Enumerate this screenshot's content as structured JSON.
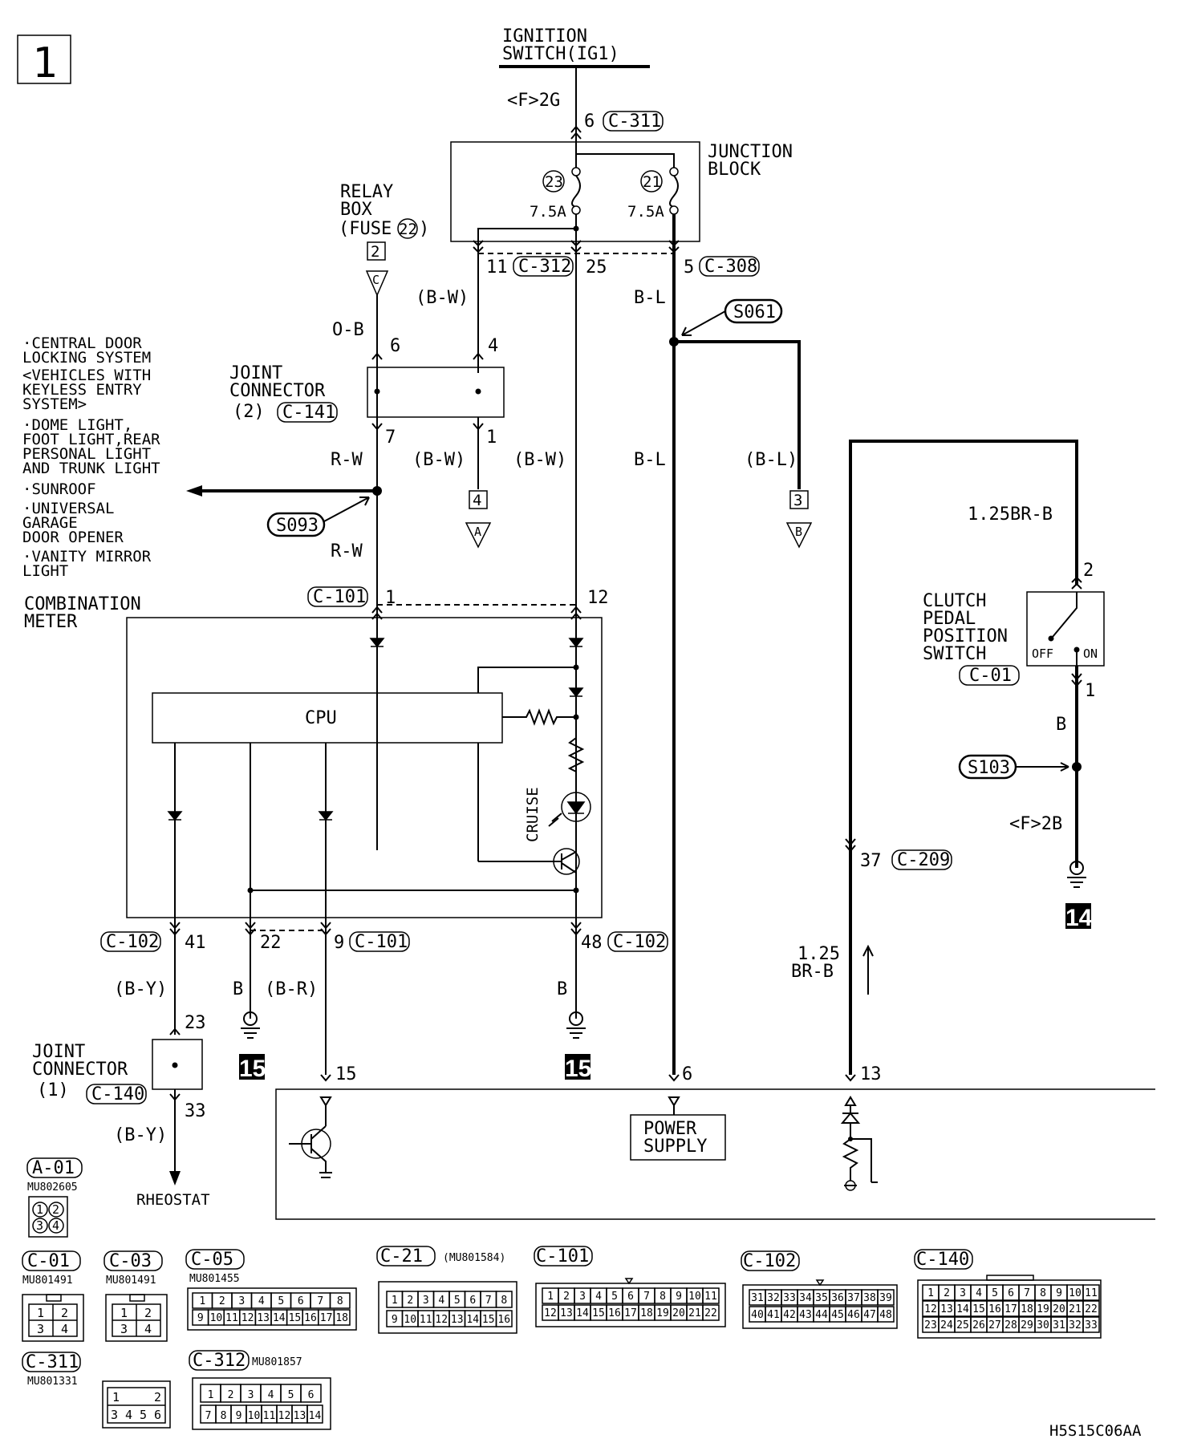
{
  "page_number": "1",
  "diagram_code": "H5S15C06AA",
  "ignition_switch": {
    "line1": "IGNITION",
    "line2": "SWITCH(IG1)",
    "wire": "<F>2G",
    "pin": "6",
    "connector": "C-311"
  },
  "junction_block": {
    "line1": "JUNCTION",
    "line2": "BLOCK",
    "fuse_a_num": "23",
    "fuse_a_rating": "7.5A",
    "fuse_b_num": "21",
    "fuse_b_rating": "7.5A",
    "pin_left": "11",
    "connector_mid": "C-312",
    "pin_mid": "25",
    "pin_right": "5",
    "connector_right": "C-308"
  },
  "relay_box": {
    "line1": "RELAY",
    "line2": "BOX",
    "line3": "(FUSE",
    "fuse_num": "22",
    "line3_end": ")",
    "ref": "2",
    "terminal": "C"
  },
  "joint_connector_2": {
    "line1": "JOINT",
    "line2": "CONNECTOR",
    "line3": "(2)",
    "connector": "C-141",
    "pin6": "6",
    "pin4": "4",
    "pin7": "7",
    "pin1": "1"
  },
  "wires": {
    "ob": "O-B",
    "bw_a": "(B-W)",
    "bl_a": "B-L",
    "rw_a": "R-W",
    "bw_b": "(B-W)",
    "bw_c": "(B-W)",
    "bl_b": "B-L",
    "bl_c": "(B-L)",
    "rw_b": "R-W",
    "brb_top": "1.25BR-B",
    "b_clutch": "B",
    "f2b": "<F>2B",
    "by_a": "(B-Y)",
    "b_22": "B",
    "br_9": "(B-R)",
    "b_48": "B",
    "by_b": "(B-Y)",
    "brb_low_1": "1.25",
    "brb_low_2": "BR-B"
  },
  "splices": {
    "s061": "S061",
    "s093": "S093",
    "s103": "S103"
  },
  "refs": {
    "ref4": "4",
    "ref_a": "A",
    "ref3": "3",
    "ref_b": "B"
  },
  "loads": [
    {
      "line1": "·CENTRAL DOOR",
      "line2": " LOCKING SYSTEM",
      "line3": " <VEHICLES WITH",
      "line4": "  KEYLESS ENTRY",
      "line5": "  SYSTEM>"
    },
    {
      "line1": "·DOME LIGHT,",
      "line2": " FOOT LIGHT,REAR",
      "line3": " PERSONAL LIGHT",
      "line4": " AND TRUNK LIGHT"
    },
    {
      "line1": "·SUNROOF"
    },
    {
      "line1": "·UNIVERSAL",
      "line2": " GARAGE",
      "line3": " DOOR OPENER"
    },
    {
      "line1": "·VANITY MIRROR",
      "line2": " LIGHT"
    }
  ],
  "combination_meter": {
    "line1": "COMBINATION",
    "line2": "METER",
    "cpu": "CPU",
    "cruise": "CRUISE",
    "conn_top": "C-101",
    "pin_top_1": "1",
    "pin_top_12": "12",
    "conn_bot_left": "C-102",
    "pin_41": "41",
    "pin_22": "22",
    "pin_9": "9",
    "conn_bot_mid": "C-101",
    "pin_48": "48",
    "conn_bot_right": "C-102"
  },
  "clutch_switch": {
    "line1": "CLUTCH",
    "line2": "PEDAL",
    "line3": "POSITION",
    "line4": "SWITCH",
    "connector": "C-01",
    "pin_top": "2",
    "pin_bot": "1",
    "off": "OFF",
    "on": "ON"
  },
  "ecm_pins": {
    "pin_37": "37",
    "conn_209": "C-209",
    "pin_15": "15",
    "pin_6": "6",
    "pin_13": "13",
    "power_supply_1": "POWER",
    "power_supply_2": "SUPPLY"
  },
  "grounds": {
    "g15_a": "15",
    "g15_b": "15",
    "g14": "14"
  },
  "joint_connector_1": {
    "line1": "JOINT",
    "line2": "CONNECTOR",
    "line3": "(1)",
    "connector": "C-140",
    "pin_23": "23",
    "pin_33": "33",
    "rheostat": "RHEOSTAT"
  },
  "connector_views": [
    {
      "id": "A-01",
      "part": "MU802605"
    },
    {
      "id": "C-01",
      "part": "MU801491"
    },
    {
      "id": "C-03",
      "part": "MU801491"
    },
    {
      "id": "C-05",
      "part": "MU801455"
    },
    {
      "id": "C-21",
      "part": "(MU801584)"
    },
    {
      "id": "C-101",
      "part": ""
    },
    {
      "id": "C-102",
      "part": ""
    },
    {
      "id": "C-140",
      "part": ""
    },
    {
      "id": "C-311",
      "part": "MU801331"
    },
    {
      "id": "C-312",
      "part": "MU801857"
    }
  ],
  "pinouts": {
    "a01": [
      "1",
      "2",
      "3",
      "4"
    ],
    "c01_top": [
      "1",
      "2"
    ],
    "c01_bot": [
      "3",
      "4"
    ],
    "c03_top": [
      "1",
      "2"
    ],
    "c03_bot": [
      "3",
      "4"
    ],
    "c05_top": [
      "1",
      "2",
      "3",
      "4",
      "5",
      "6",
      "7",
      "8"
    ],
    "c05_bot": [
      "9",
      "10",
      "11",
      "12",
      "13",
      "14",
      "15",
      "16",
      "17",
      "18"
    ],
    "c21_top": [
      "1",
      "2",
      "3",
      "4",
      "5",
      "6",
      "7",
      "8"
    ],
    "c21_bot": [
      "9",
      "10",
      "11",
      "12",
      "13",
      "14",
      "15",
      "16"
    ],
    "c101_top": [
      "1",
      "2",
      "3",
      "4",
      "5",
      "6",
      "7",
      "8",
      "9",
      "10",
      "11"
    ],
    "c101_bot": [
      "12",
      "13",
      "14",
      "15",
      "16",
      "17",
      "18",
      "19",
      "20",
      "21",
      "22"
    ],
    "c102_top": [
      "31",
      "32",
      "33",
      "34",
      "35",
      "36",
      "37",
      "38",
      "39"
    ],
    "c102_bot": [
      "40",
      "41",
      "42",
      "43",
      "44",
      "45",
      "46",
      "47",
      "48"
    ],
    "c140_r1": [
      "1",
      "2",
      "3",
      "4",
      "5",
      "6",
      "7",
      "8",
      "9",
      "10",
      "11"
    ],
    "c140_r2": [
      "12",
      "13",
      "14",
      "15",
      "16",
      "17",
      "18",
      "19",
      "20",
      "21",
      "22"
    ],
    "c140_r3": [
      "23",
      "24",
      "25",
      "26",
      "27",
      "28",
      "29",
      "30",
      "31",
      "32",
      "33"
    ],
    "c311_top": [
      "1",
      "2"
    ],
    "c311_bot": [
      "3",
      "4",
      "5",
      "6"
    ],
    "c312_top": [
      "1",
      "2",
      "3",
      "4",
      "5",
      "6"
    ],
    "c312_bot": [
      "7",
      "8",
      "9",
      "10",
      "11",
      "12",
      "13",
      "14"
    ]
  }
}
